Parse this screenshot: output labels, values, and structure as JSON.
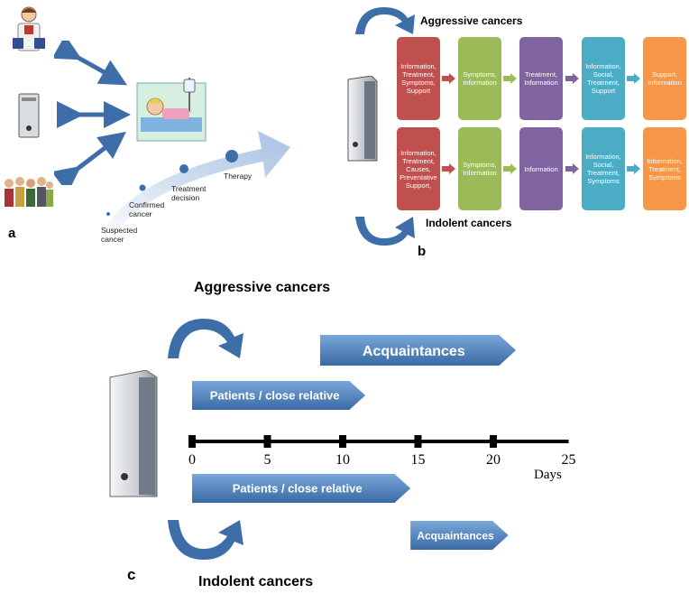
{
  "panel_a": {
    "label": "a",
    "stages": [
      "Suspected cancer",
      "Confirmed cancer",
      "Treatment decision",
      "Therapy"
    ]
  },
  "panel_b": {
    "label": "b",
    "aggressive_title": "Aggressive cancers",
    "indolent_title": "Indolent cancers",
    "colors": [
      "#c0504d",
      "#9bbb59",
      "#8064a2",
      "#4bacc6",
      "#f79646"
    ],
    "aggressive_row": [
      "Information, Treatment, Symptoms, Support",
      "Symptoms, Information",
      "Treatment, Information",
      "Information, Social, Treatment, Support",
      "Support, Information"
    ],
    "indolent_row": [
      "Information, Treatment, Causes, Preventative Support,",
      "Symptoms, Information",
      "Information",
      "Information, Social, Treatment, Symptoms",
      "Information, Treatment, Symptoms"
    ]
  },
  "panel_c": {
    "label": "c",
    "aggressive_title": "Aggressive cancers",
    "indolent_title": "Indolent cancers",
    "axis_ticks": [
      "0",
      "5",
      "10",
      "15",
      "20",
      "25"
    ],
    "axis_unit": "Days",
    "aggressive_bands": [
      {
        "label": "Acquaintances",
        "start": 8.5,
        "end": 21.5
      },
      {
        "label": "Patients / close relative",
        "start": 0,
        "end": 11.5
      }
    ],
    "indolent_bands": [
      {
        "label": "Patients / close relative",
        "start": 0,
        "end": 14.5
      },
      {
        "label": "Acquaintances",
        "start": 14.5,
        "end": 21
      }
    ]
  }
}
